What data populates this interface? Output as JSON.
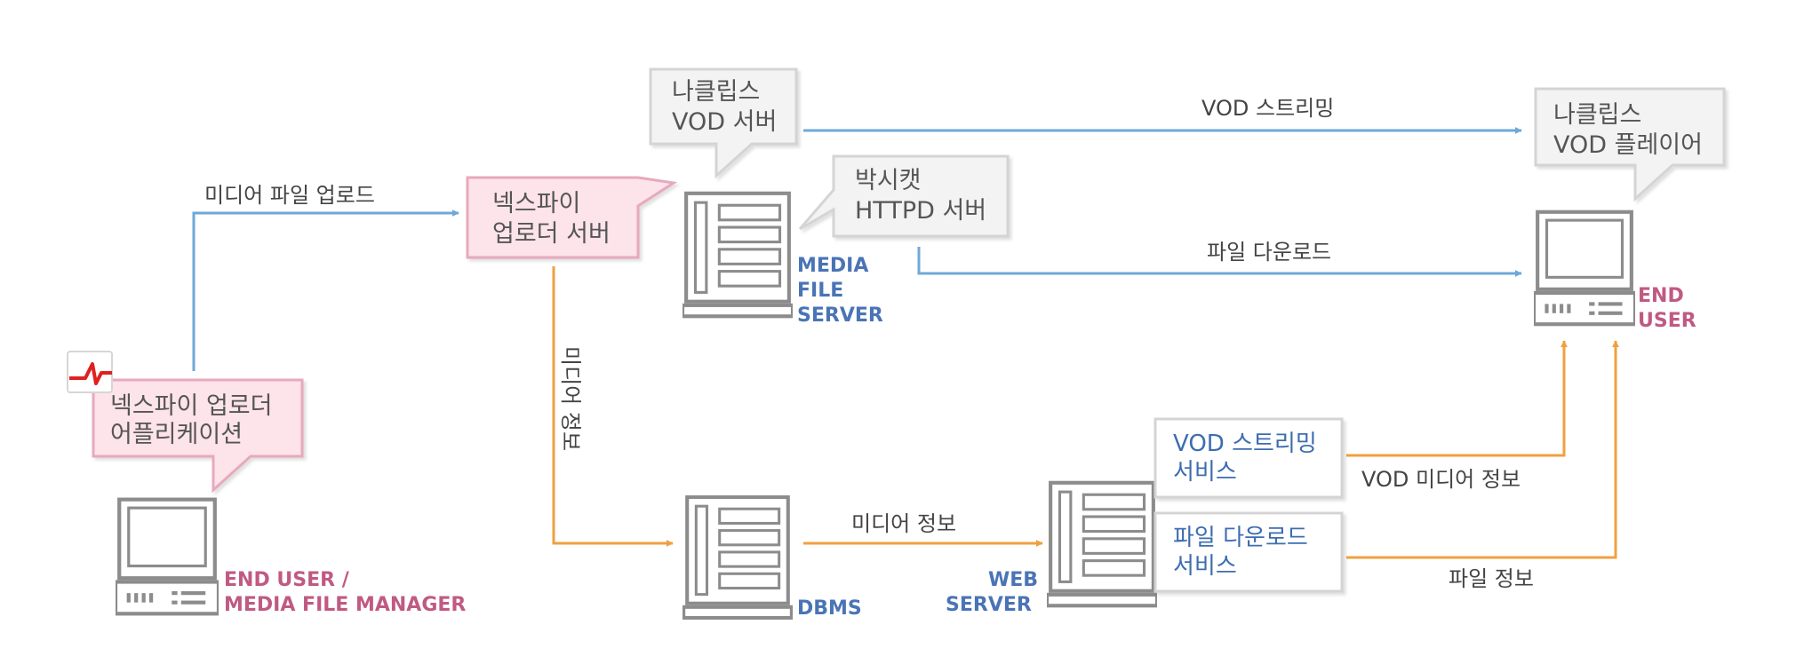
{
  "nodes": {
    "uploader_app": {
      "label_line1": "넥스파이 업로더",
      "label_line2": "어플리케이션"
    },
    "uploader_server": {
      "label_line1": "넥스파이",
      "label_line2": "업로더 서버"
    },
    "naclips_vod_server": {
      "label_line1": "나클립스",
      "label_line2": "VOD 서버"
    },
    "httpd_server": {
      "label_line1": "박시캣",
      "label_line2": "HTTPD 서버"
    },
    "naclips_vod_player": {
      "label_line1": "나클립스",
      "label_line2": "VOD 플레이어"
    },
    "media_file_server": {
      "caption_line1": "MEDIA",
      "caption_line2": "FILE",
      "caption_line3": "SERVER"
    },
    "end_user_right": {
      "caption_line1": "END",
      "caption_line2": "USER"
    },
    "end_user_left": {
      "caption_line1": "END USER /",
      "caption_line2": "MEDIA FILE MANAGER"
    },
    "dbms": {
      "caption": "DBMS"
    },
    "web_server": {
      "caption_line1": "WEB",
      "caption_line2": "SERVER"
    },
    "vod_streaming_service": {
      "label_line1": "VOD 스트리밍",
      "label_line2": "서비스"
    },
    "file_download_service": {
      "label_line1": "파일 다운로드",
      "label_line2": "서비스"
    }
  },
  "edges": {
    "media_upload": "미디어 파일 업로드",
    "media_info_vertical": "미디어 정보",
    "media_info_db": "미디어 정보",
    "vod_streaming": "VOD 스트리밍",
    "file_download": "파일 다운로드",
    "vod_media_info": "VOD 미디어 정보",
    "file_info": "파일 정보"
  },
  "colors": {
    "blue_arrow": "#6fa8d8",
    "orange_arrow": "#f0a040",
    "gray_device": "#8c8c8c",
    "pink_bubble_fill": "#fde3ea",
    "pink_bubble_stroke": "#e7a9bd",
    "gray_bubble_fill": "#f3f3f3",
    "gray_bubble_stroke": "#d4d4d4",
    "caption_blue": "#4a74b6",
    "caption_pink": "#c05a82"
  },
  "icons": {
    "app_logo": "nexpie-uploader-logo-icon",
    "server": "server-tower-icon",
    "computer": "desktop-computer-icon"
  }
}
